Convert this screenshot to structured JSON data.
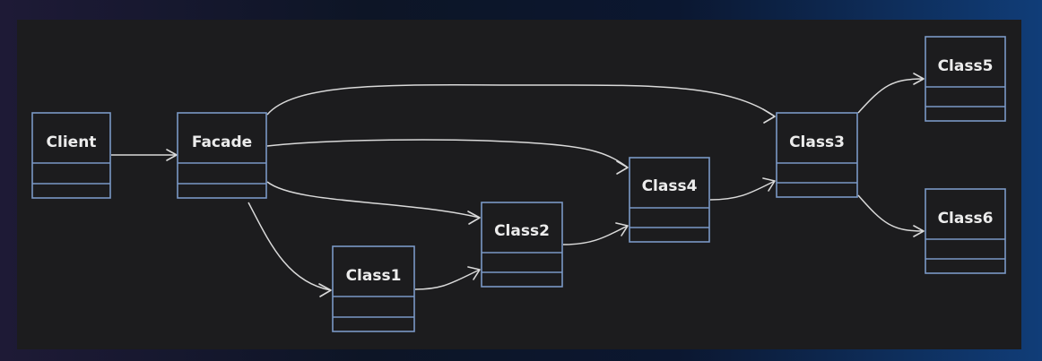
{
  "diagram": {
    "nodes": [
      {
        "id": "client",
        "label": "Client"
      },
      {
        "id": "facade",
        "label": "Facade"
      },
      {
        "id": "class1",
        "label": "Class1"
      },
      {
        "id": "class2",
        "label": "Class2"
      },
      {
        "id": "class3",
        "label": "Class3"
      },
      {
        "id": "class4",
        "label": "Class4"
      },
      {
        "id": "class5",
        "label": "Class5"
      },
      {
        "id": "class6",
        "label": "Class6"
      }
    ],
    "edges": [
      {
        "from": "client",
        "to": "facade"
      },
      {
        "from": "facade",
        "to": "class3"
      },
      {
        "from": "facade",
        "to": "class4"
      },
      {
        "from": "facade",
        "to": "class2"
      },
      {
        "from": "facade",
        "to": "class1"
      },
      {
        "from": "class1",
        "to": "class2"
      },
      {
        "from": "class2",
        "to": "class4"
      },
      {
        "from": "class4",
        "to": "class3"
      },
      {
        "from": "class3",
        "to": "class5"
      },
      {
        "from": "class3",
        "to": "class6"
      }
    ],
    "colors": {
      "background": "#1c1c1e",
      "box_border": "#7a98c6",
      "edge": "#d9d9d9",
      "label": "#ececec"
    }
  }
}
